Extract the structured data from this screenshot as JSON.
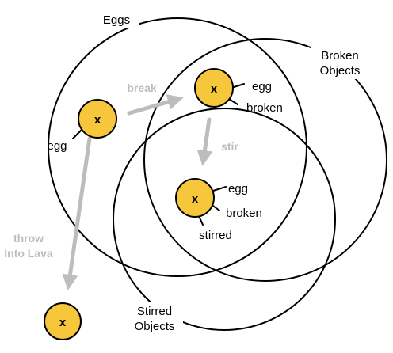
{
  "colors": {
    "node_fill": "#f6c73b",
    "outline": "#000000",
    "arrow": "#bdbdbd",
    "background": "#ffffff"
  },
  "sets": {
    "eggs": "Eggs",
    "broken_line1": "Broken",
    "broken_line2": "Objects",
    "stirred_line1": "Stirred",
    "stirred_line2": "Objects"
  },
  "nodes": {
    "marker": "x",
    "egg_label": "egg",
    "broken_label": "broken",
    "stirred_label": "stirred"
  },
  "actions": {
    "break": "break",
    "stir": "stir",
    "throw_line1": "throw",
    "throw_line2": "Into Lava"
  }
}
